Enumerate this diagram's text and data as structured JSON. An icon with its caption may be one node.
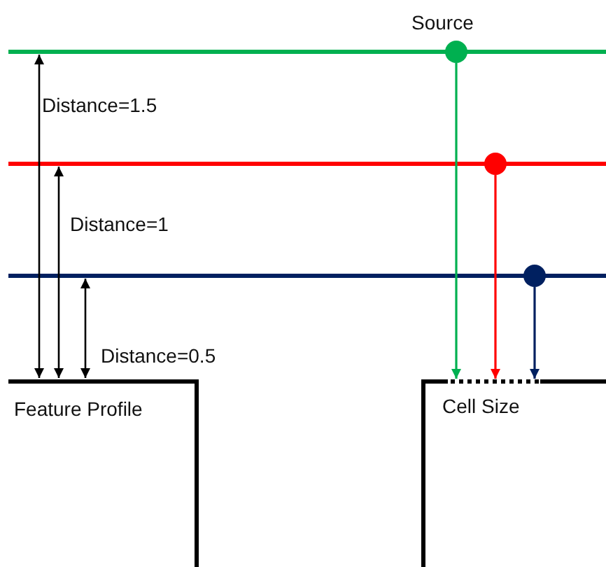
{
  "diagram": {
    "nodes": [
      {
        "text": [],
        "shape": "circle"
      },
      {
        "text": [],
        "shape": "circle"
      },
      {
        "text": [],
        "shape": "circle"
      },
      {
        "text": [
          "Feature Profile"
        ]
      },
      {
        "text": [
          "Cell Size"
        ]
      }
    ],
    "edges": [
      {
        "from": 0,
        "to": 4,
        "arrow": "to",
        "color": "#00b050"
      },
      {
        "from": 1,
        "to": 4,
        "arrow": "to",
        "color": "#ff0000"
      },
      {
        "from": 2,
        "to": 4,
        "arrow": "to",
        "color": "#002060"
      }
    ],
    "labels": [
      "Source",
      "Distance=1.5",
      "Distance=1",
      "Distance=0.5"
    ]
  }
}
